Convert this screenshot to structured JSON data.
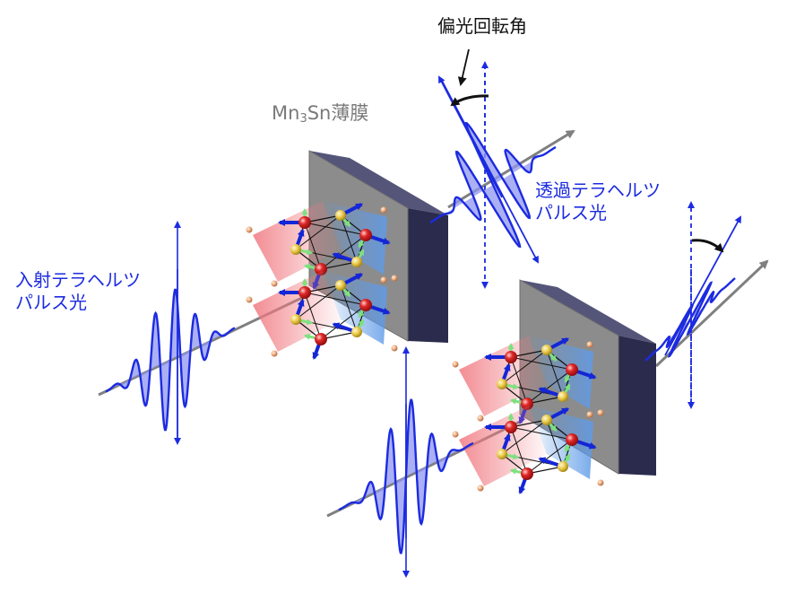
{
  "labels": {
    "rotation_angle": "偏光回転角",
    "film_prefix": "Mn",
    "film_subscript": "3",
    "film_suffix": "Sn薄膜",
    "transmitted_line1": "透過テラヘルツ",
    "transmitted_line2": "パルス光",
    "incident_line1": "入射テラヘルツ",
    "incident_line2": "パルス光"
  },
  "colors": {
    "wave": "#1c2be0",
    "wave_fill": "#8f95f0",
    "beam_axis": "#808080",
    "slab_front": "#8c8c8c",
    "slab_top": "#55557a",
    "slab_side": "#2b2b4d",
    "spin_arrow": "#1426d6",
    "minor_arrow": "#7fe07f",
    "atom_red": "#d42020",
    "atom_yellow": "#e8c840",
    "atom_small": "#e8a070",
    "plane_red": "#f3a0a8",
    "plane_blue": "#9cc0f0",
    "label_text": "#1c2be0",
    "film_text": "#7a7a7a"
  }
}
